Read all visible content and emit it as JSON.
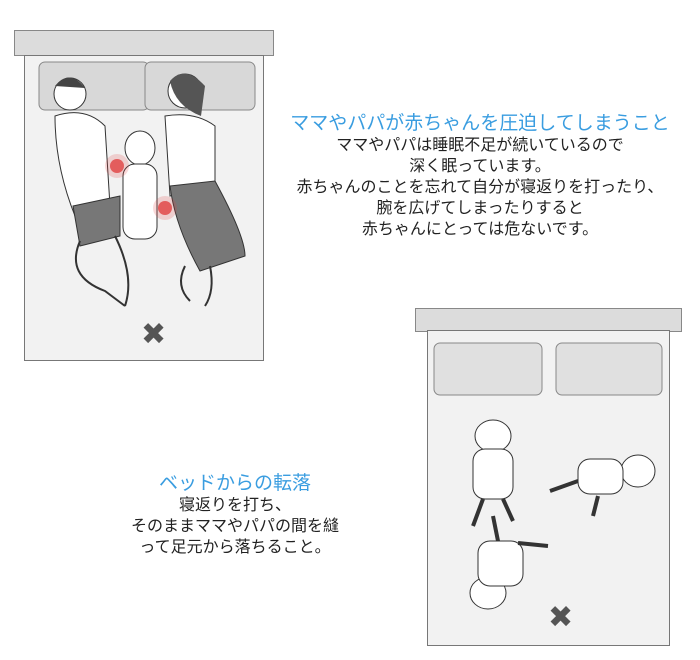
{
  "section1": {
    "title": "ママやパパが赤ちゃんを圧迫してしまうこと",
    "lines": [
      "ママやパパは睡眠不足が続いているので",
      "深く眠っています。",
      "赤ちゃんのことを忘れて自分が寝返りを打ったり、",
      "腕を広げてしまったりすると",
      "赤ちゃんにとっては危ないです。"
    ],
    "mark": "✖"
  },
  "section2": {
    "title": "ベッドからの転落",
    "lines": [
      "寝返りを打ち、",
      "そのままママやパパの間を縫",
      "って足元から落ちること。"
    ],
    "mark": "✖"
  },
  "colors": {
    "accent": "#3a9de0",
    "danger": "#e04040"
  }
}
